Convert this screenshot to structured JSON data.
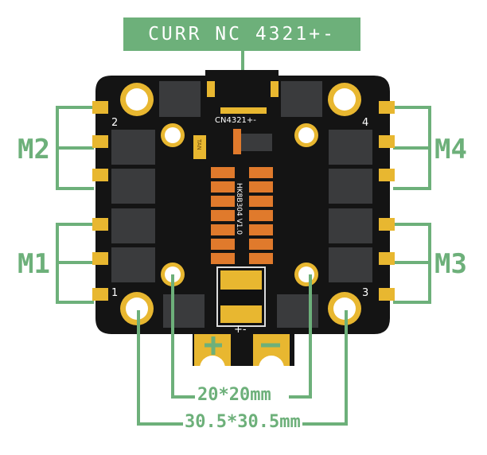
{
  "connector_label": "CURR NC 4321+-",
  "silk": {
    "connector": "CN4321+-",
    "board": "HK8B304 V1.0",
    "power": "+-",
    "tan": "TAN"
  },
  "corners": {
    "c1": "1",
    "c2": "2",
    "c3": "3",
    "c4": "4"
  },
  "motors": {
    "m1": "M1",
    "m2": "M2",
    "m3": "M3",
    "m4": "M4"
  },
  "dimensions": {
    "inner": "20*20mm",
    "outer": "30.5*30.5mm"
  },
  "colors": {
    "accent": "#6db07a",
    "pcb": "#111111",
    "gold": "#e8b730"
  }
}
